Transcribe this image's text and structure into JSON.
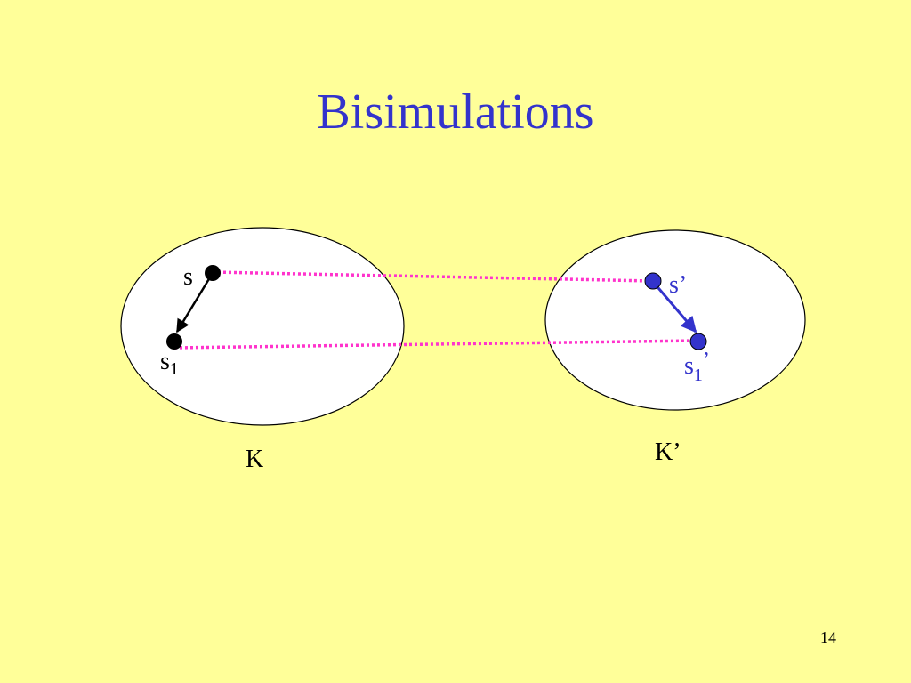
{
  "slide": {
    "title": "Bisimulations",
    "page_number": "14"
  },
  "colors": {
    "background": "#FFFF99",
    "title": "#3333CC",
    "k_state": "#000000",
    "k_prime_state": "#3333CC",
    "relation": "#FF33CC"
  },
  "diagram": {
    "left_structure": {
      "label": "K",
      "state_s": {
        "label": "s"
      },
      "state_s1": {
        "label": "s",
        "subscript": "1"
      }
    },
    "right_structure": {
      "label": "K’",
      "state_s": {
        "label": "s’"
      },
      "state_s1": {
        "label": "s",
        "subscript": "1",
        "suffix": "’"
      }
    }
  }
}
